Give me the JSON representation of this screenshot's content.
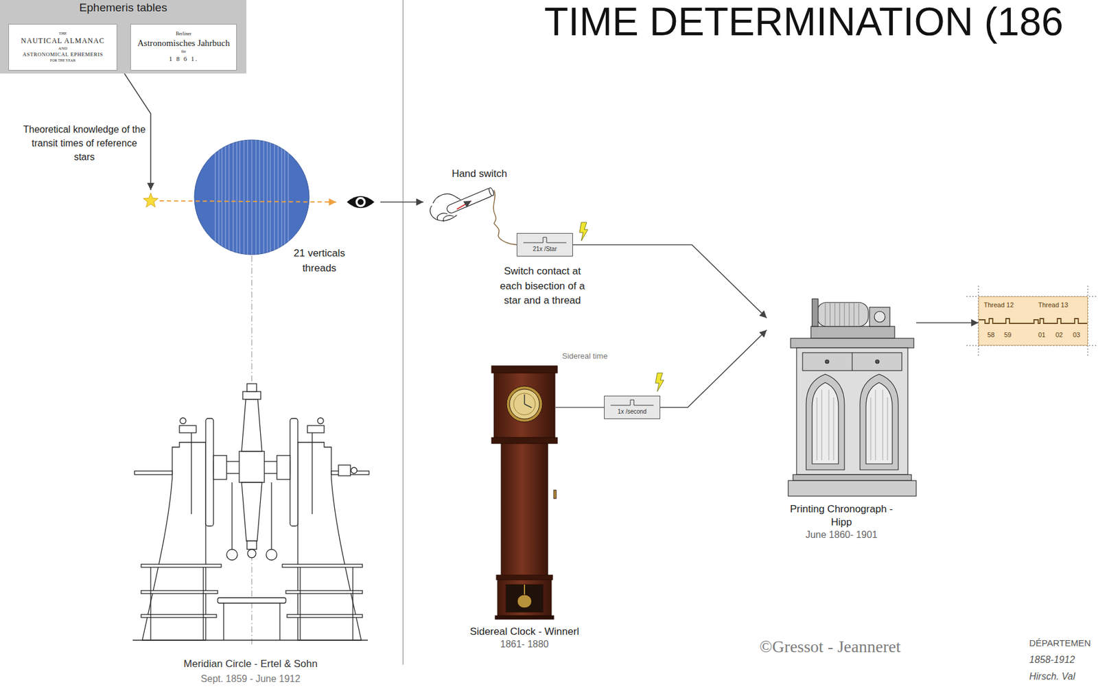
{
  "diagram": {
    "title": "TIME DETERMINATION (186",
    "nodes": [
      {
        "text": [
          "Ephemeris tables"
        ]
      },
      {
        "text": [
          "THE",
          "NAUTICAL ALMANAC",
          "AND",
          "ASTRONOMICAL EPHEMERIS",
          "FOR THE YEAR"
        ],
        "in": 0
      },
      {
        "text": [
          "Berliner",
          "Astronomisches Jahrbuch",
          "für",
          "1 8 6 1."
        ],
        "in": 0
      },
      {
        "text": [
          "Hand switch"
        ]
      },
      {
        "text": [
          "21x /Star"
        ]
      },
      {
        "text": [
          "Sidereal Clock - Winnerl",
          "1861- 1880"
        ]
      },
      {
        "text": [
          "1x /second"
        ]
      },
      {
        "text": [
          "Printing Chronograph - Hipp",
          "June 1860- 1901"
        ]
      },
      {
        "text": [
          "Thread 12",
          "Thread 13",
          "58",
          "59",
          "01",
          "02",
          "03"
        ]
      }
    ],
    "edges": [
      {
        "from": 3,
        "to": 4,
        "arrow": "none"
      },
      {
        "from": 5,
        "to": 6,
        "arrow": "none"
      },
      {
        "from": 4,
        "to": 7,
        "arrow": "to"
      },
      {
        "from": 6,
        "to": 7,
        "arrow": "to"
      },
      {
        "from": 7,
        "to": 8,
        "arrow": "to"
      }
    ],
    "labels": [
      "Theoretical knowledge of the transit times of reference stars",
      "21 verticals threads",
      "Switch contact at each bisection of a star and a thread",
      "Sidereal time",
      "Meridian Circle - Ertel & Sohn",
      "Sept. 1859 - June 1912",
      "©Gressot - Jeanneret",
      "DÉPARTEMEN",
      "1858-1912",
      "Hirsch. Val"
    ]
  }
}
